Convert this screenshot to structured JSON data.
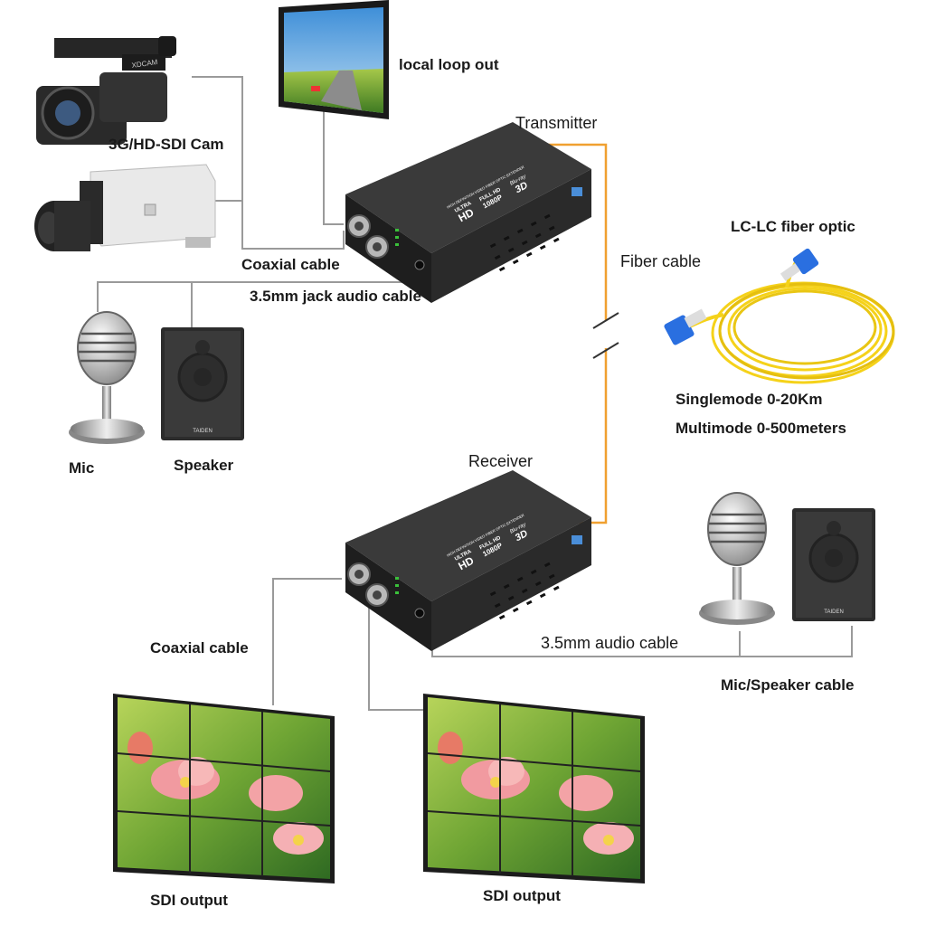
{
  "labels": {
    "camera": "3G/HD-SDI Cam",
    "monitor": "local loop out",
    "transmitter": "Transmitter",
    "coax_top": "Coaxial cable",
    "audio_top": "3.5mm jack audio cable",
    "fiber_cable": "Fiber cable",
    "fiber_title": "LC-LC fiber optic",
    "singlemode": "Singlemode 0-20Km",
    "multimode": "Multimode 0-500meters",
    "mic": "Mic",
    "speaker": "Speaker",
    "receiver": "Receiver",
    "coax_bottom": "Coaxial cable",
    "audio_bottom": "3.5mm audio cable",
    "mic_speaker": "Mic/Speaker cable",
    "sdi_out_1": "SDI output",
    "sdi_out_2": "SDI output"
  },
  "device_text": {
    "brand_hd": "HD",
    "brand_ultra": "ULTRA",
    "full_hd": "FULL HD",
    "res": "1080P",
    "bluray": "Blu-ray",
    "threed": "3D",
    "title": "HIGH DEFINITION VIDEO FIBER OPTIC EXTENDER"
  },
  "camcorder_brand": "XDCAM",
  "speaker_brand": "TAIDEN",
  "colors": {
    "cable": "#9a9a9a",
    "fiber": "#f0a030",
    "device": "#2b2b2b",
    "fiber_coil": "#f5d21a",
    "lc_connector": "#2a6fe0"
  }
}
